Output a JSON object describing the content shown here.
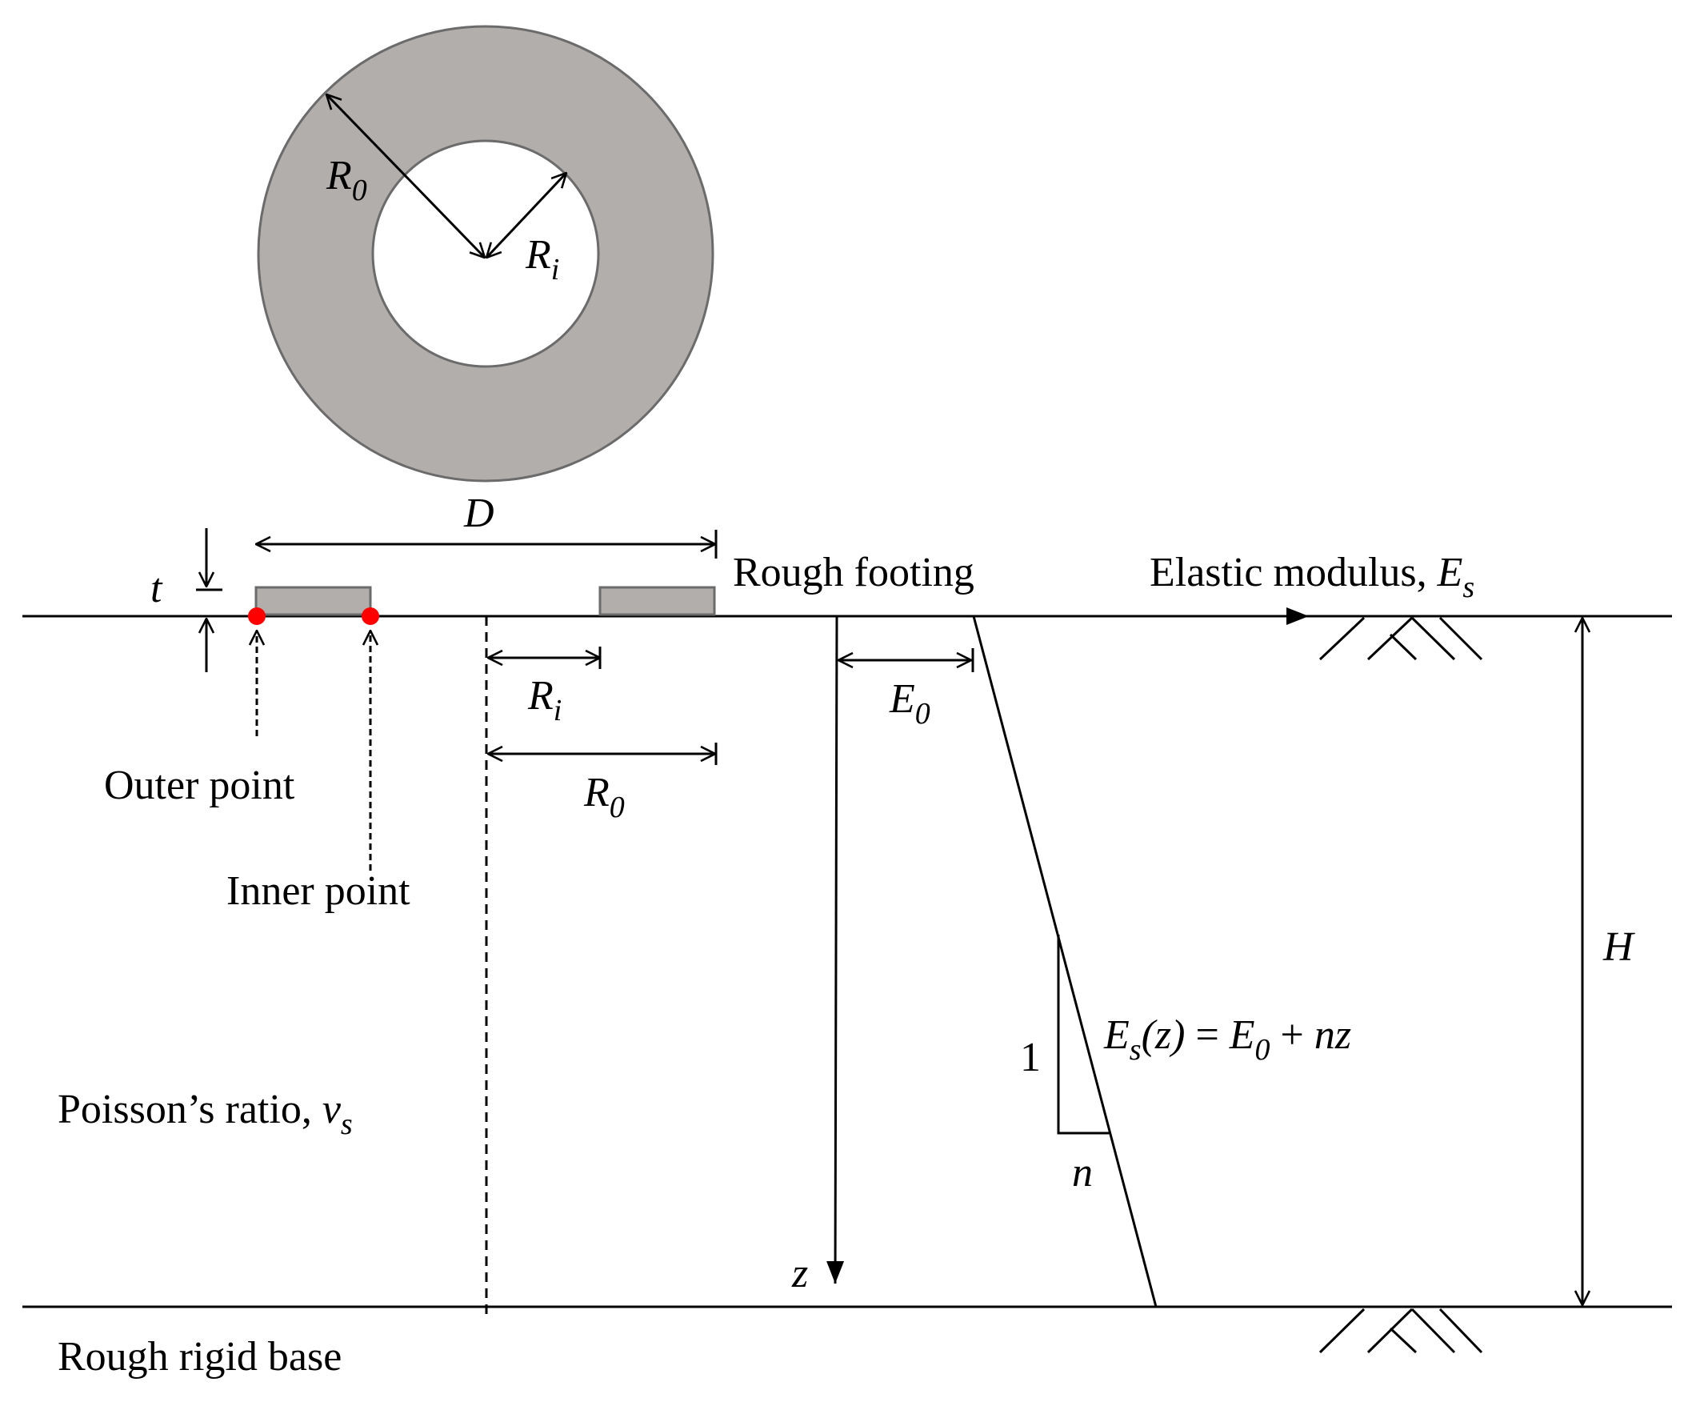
{
  "plan_view": {
    "outer_radius_label": "R",
    "outer_radius_sub": "0",
    "inner_radius_label": "R",
    "inner_radius_sub": "i",
    "ring_fill": "#b2aeac",
    "ring_stroke": "#6b6b6b"
  },
  "section": {
    "diameter_label": "D",
    "thickness_label": "t",
    "footing_label": "Rough footing",
    "modulus_label": "Elastic modulus, ",
    "modulus_symbol": "E",
    "modulus_sub": "s",
    "inner_radius_label": "R",
    "inner_radius_sub": "i",
    "outer_radius_label": "R",
    "outer_radius_sub": "0",
    "surface_modulus_label": "E",
    "surface_modulus_sub": "0",
    "outer_point_label": "Outer point",
    "inner_point_label": "Inner point",
    "point_color": "#ff0000",
    "depth_label": "H",
    "depth_axis_label": "z",
    "slope_rise": "1",
    "slope_run": "n",
    "equation": {
      "lhs": "E",
      "lhs_sub": "s",
      "lhs_arg": "(z)",
      "eq": " = ",
      "e0": "E",
      "e0_sub": "0",
      "plus": " + ",
      "nz": "nz"
    },
    "poisson_label": "Poisson’s ratio, ",
    "poisson_symbol": "v",
    "poisson_sub": "s",
    "base_label": "Rough rigid base"
  }
}
